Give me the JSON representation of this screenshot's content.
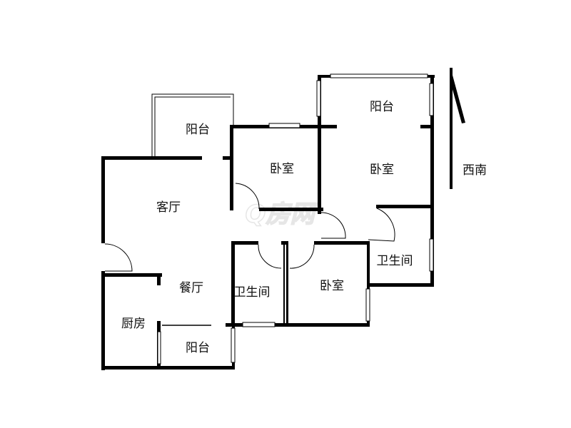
{
  "floorplan": {
    "rooms": {
      "balcony_top_left": "阳台",
      "bedroom_top_middle": "卧室",
      "balcony_top_right": "阳台",
      "bedroom_master": "卧室",
      "living_room": "客厅",
      "dining_room": "餐厅",
      "bathroom_middle": "卫生间",
      "bedroom_bottom": "卧室",
      "bathroom_right": "卫生间",
      "kitchen": "厨房",
      "balcony_bottom": "阳台"
    },
    "compass_label": "西南",
    "watermark": "Q房网"
  }
}
